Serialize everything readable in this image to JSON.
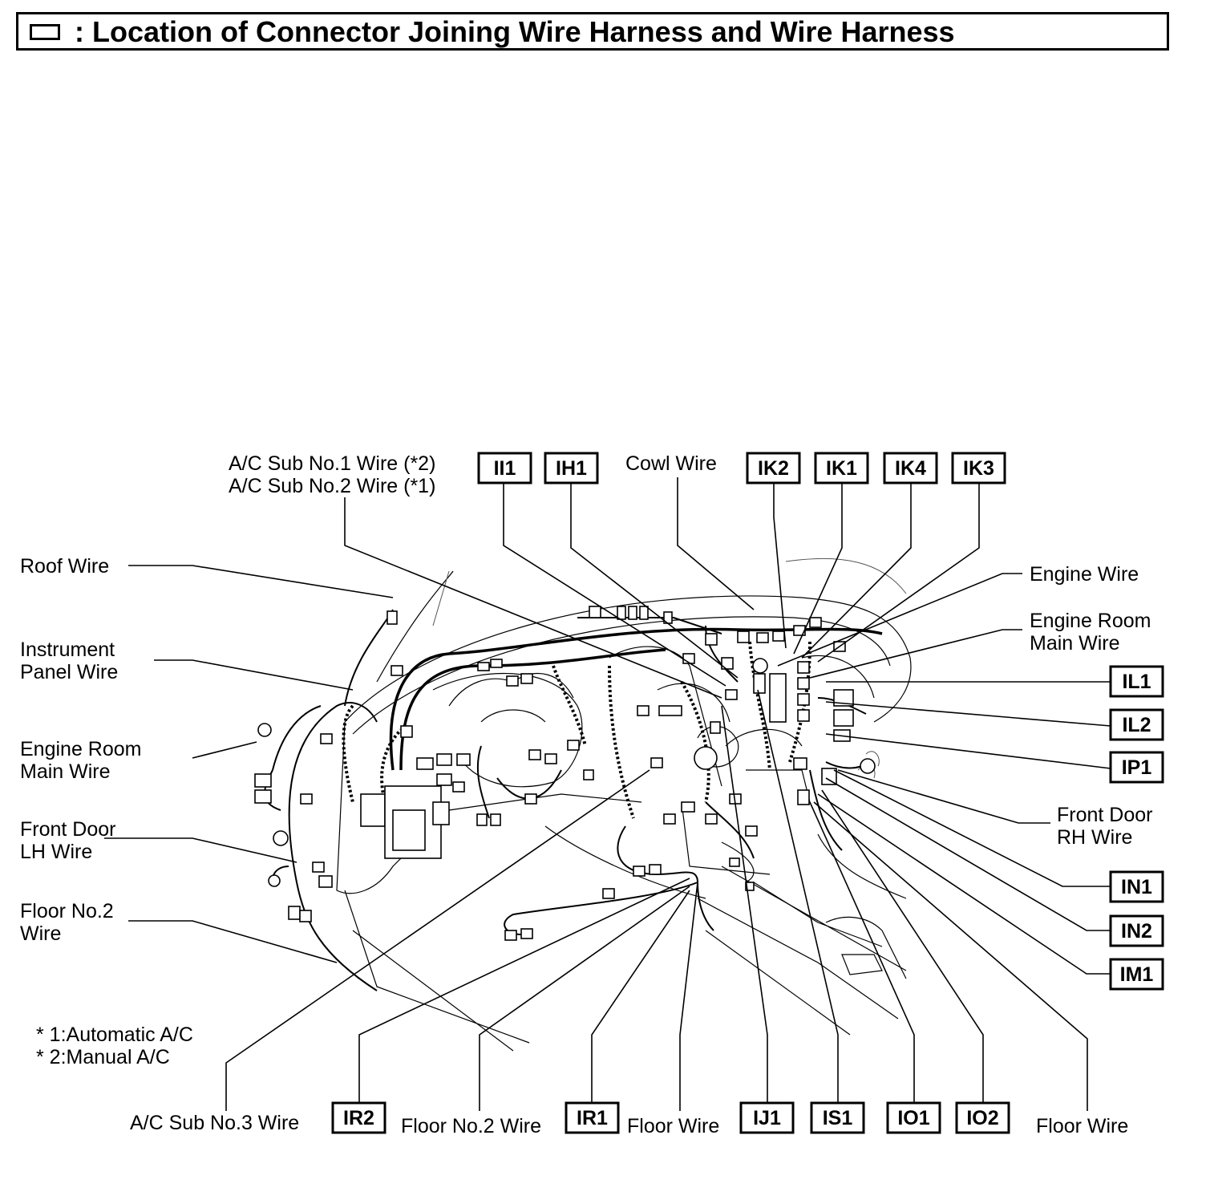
{
  "title": {
    "text": ": Location of Connector Joining Wire Harness and Wire Harness"
  },
  "labels": {
    "ac_sub_1": "A/C Sub No.1 Wire (*2)",
    "ac_sub_2": "A/C Sub No.2 Wire (*1)",
    "cowl_wire": "Cowl Wire",
    "roof_wire": "Roof Wire",
    "instrument_panel_1": "Instrument",
    "instrument_panel_2": "Panel Wire",
    "engine_room_main_left_1": "Engine Room",
    "engine_room_main_left_2": "Main Wire",
    "front_door_lh_1": "Front Door",
    "front_door_lh_2": "LH Wire",
    "floor_no2_left_1": "Floor No.2",
    "floor_no2_left_2": "Wire",
    "engine_wire": "Engine Wire",
    "engine_room_main_right_1": "Engine Room",
    "engine_room_main_right_2": "Main Wire",
    "front_door_rh_1": "Front Door",
    "front_door_rh_2": "RH Wire",
    "ac_sub_3": "A/C Sub No.3 Wire",
    "floor_no2_bottom": "Floor No.2 Wire",
    "floor_wire_bottom": "Floor Wire",
    "floor_wire_right": "Floor Wire"
  },
  "footnotes": {
    "note1": "* 1:Automatic A/C",
    "note2": "* 2:Manual A/C"
  },
  "connectors": {
    "II1": "II1",
    "IH1": "IH1",
    "IK2": "IK2",
    "IK1": "IK1",
    "IK4": "IK4",
    "IK3": "IK3",
    "IL1": "IL1",
    "IL2": "IL2",
    "IP1": "IP1",
    "IN1": "IN1",
    "IN2": "IN2",
    "IM1": "IM1",
    "IR2": "IR2",
    "IR1": "IR1",
    "IJ1": "IJ1",
    "IS1": "IS1",
    "IO1": "IO1",
    "IO2": "IO2"
  }
}
